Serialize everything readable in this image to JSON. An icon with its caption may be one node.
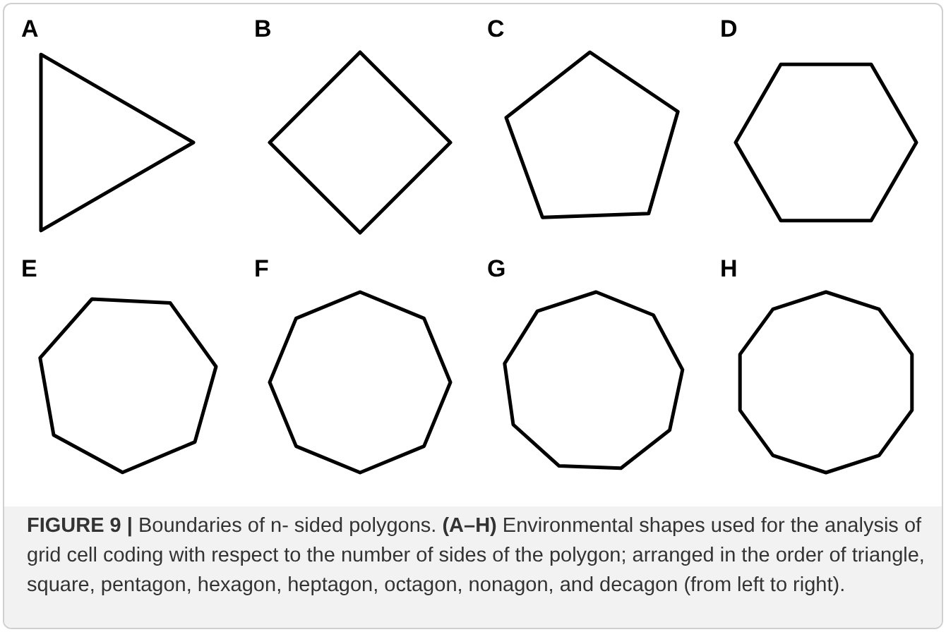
{
  "diagram": {
    "caption": "**FIGURE 9 |** Boundaries of n- sided polygons. **(A–H)** Environmental shapes used for the analysis of grid cell coding with respect to the number of sides of the polygon; arranged in the order of triangle, square, pentagon, hexagon, heptagon, octagon, nonagon, and decagon (from left to right).",
    "labels": [
      "A",
      "B",
      "C",
      "D",
      "E",
      "F",
      "G",
      "H"
    ]
  }
}
